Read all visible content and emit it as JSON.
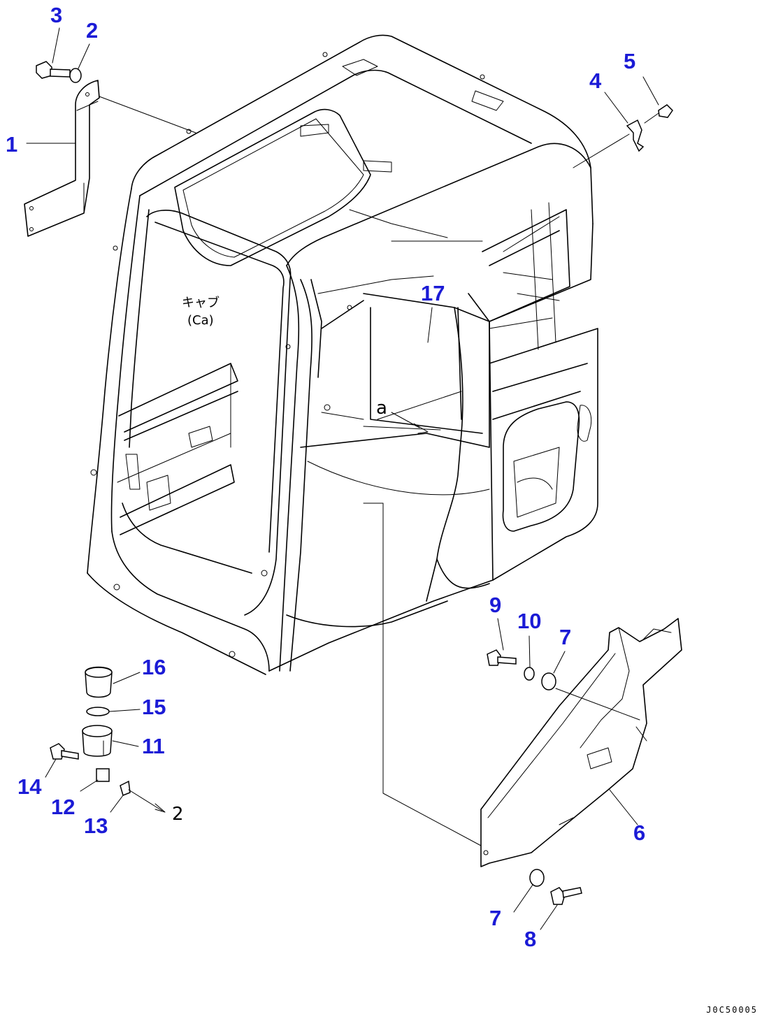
{
  "callouts": {
    "c1": "1",
    "c2": "2",
    "c3": "3",
    "c4": "4",
    "c5": "5",
    "c6": "6",
    "c7a": "7",
    "c7b": "7",
    "c8": "8",
    "c9": "9",
    "c10": "10",
    "c11": "11",
    "c12": "12",
    "c13": "13",
    "c14": "14",
    "c15": "15",
    "c16": "16",
    "c17": "17"
  },
  "cab_label": {
    "line1": "キャブ",
    "line2": "(Ca)"
  },
  "reference_letters": {
    "a": "a",
    "b": "2"
  },
  "drawing_code": "J0C50005",
  "colors": {
    "callout_text": "#1b1bd6",
    "linework": "#000000",
    "background": "#ffffff"
  }
}
